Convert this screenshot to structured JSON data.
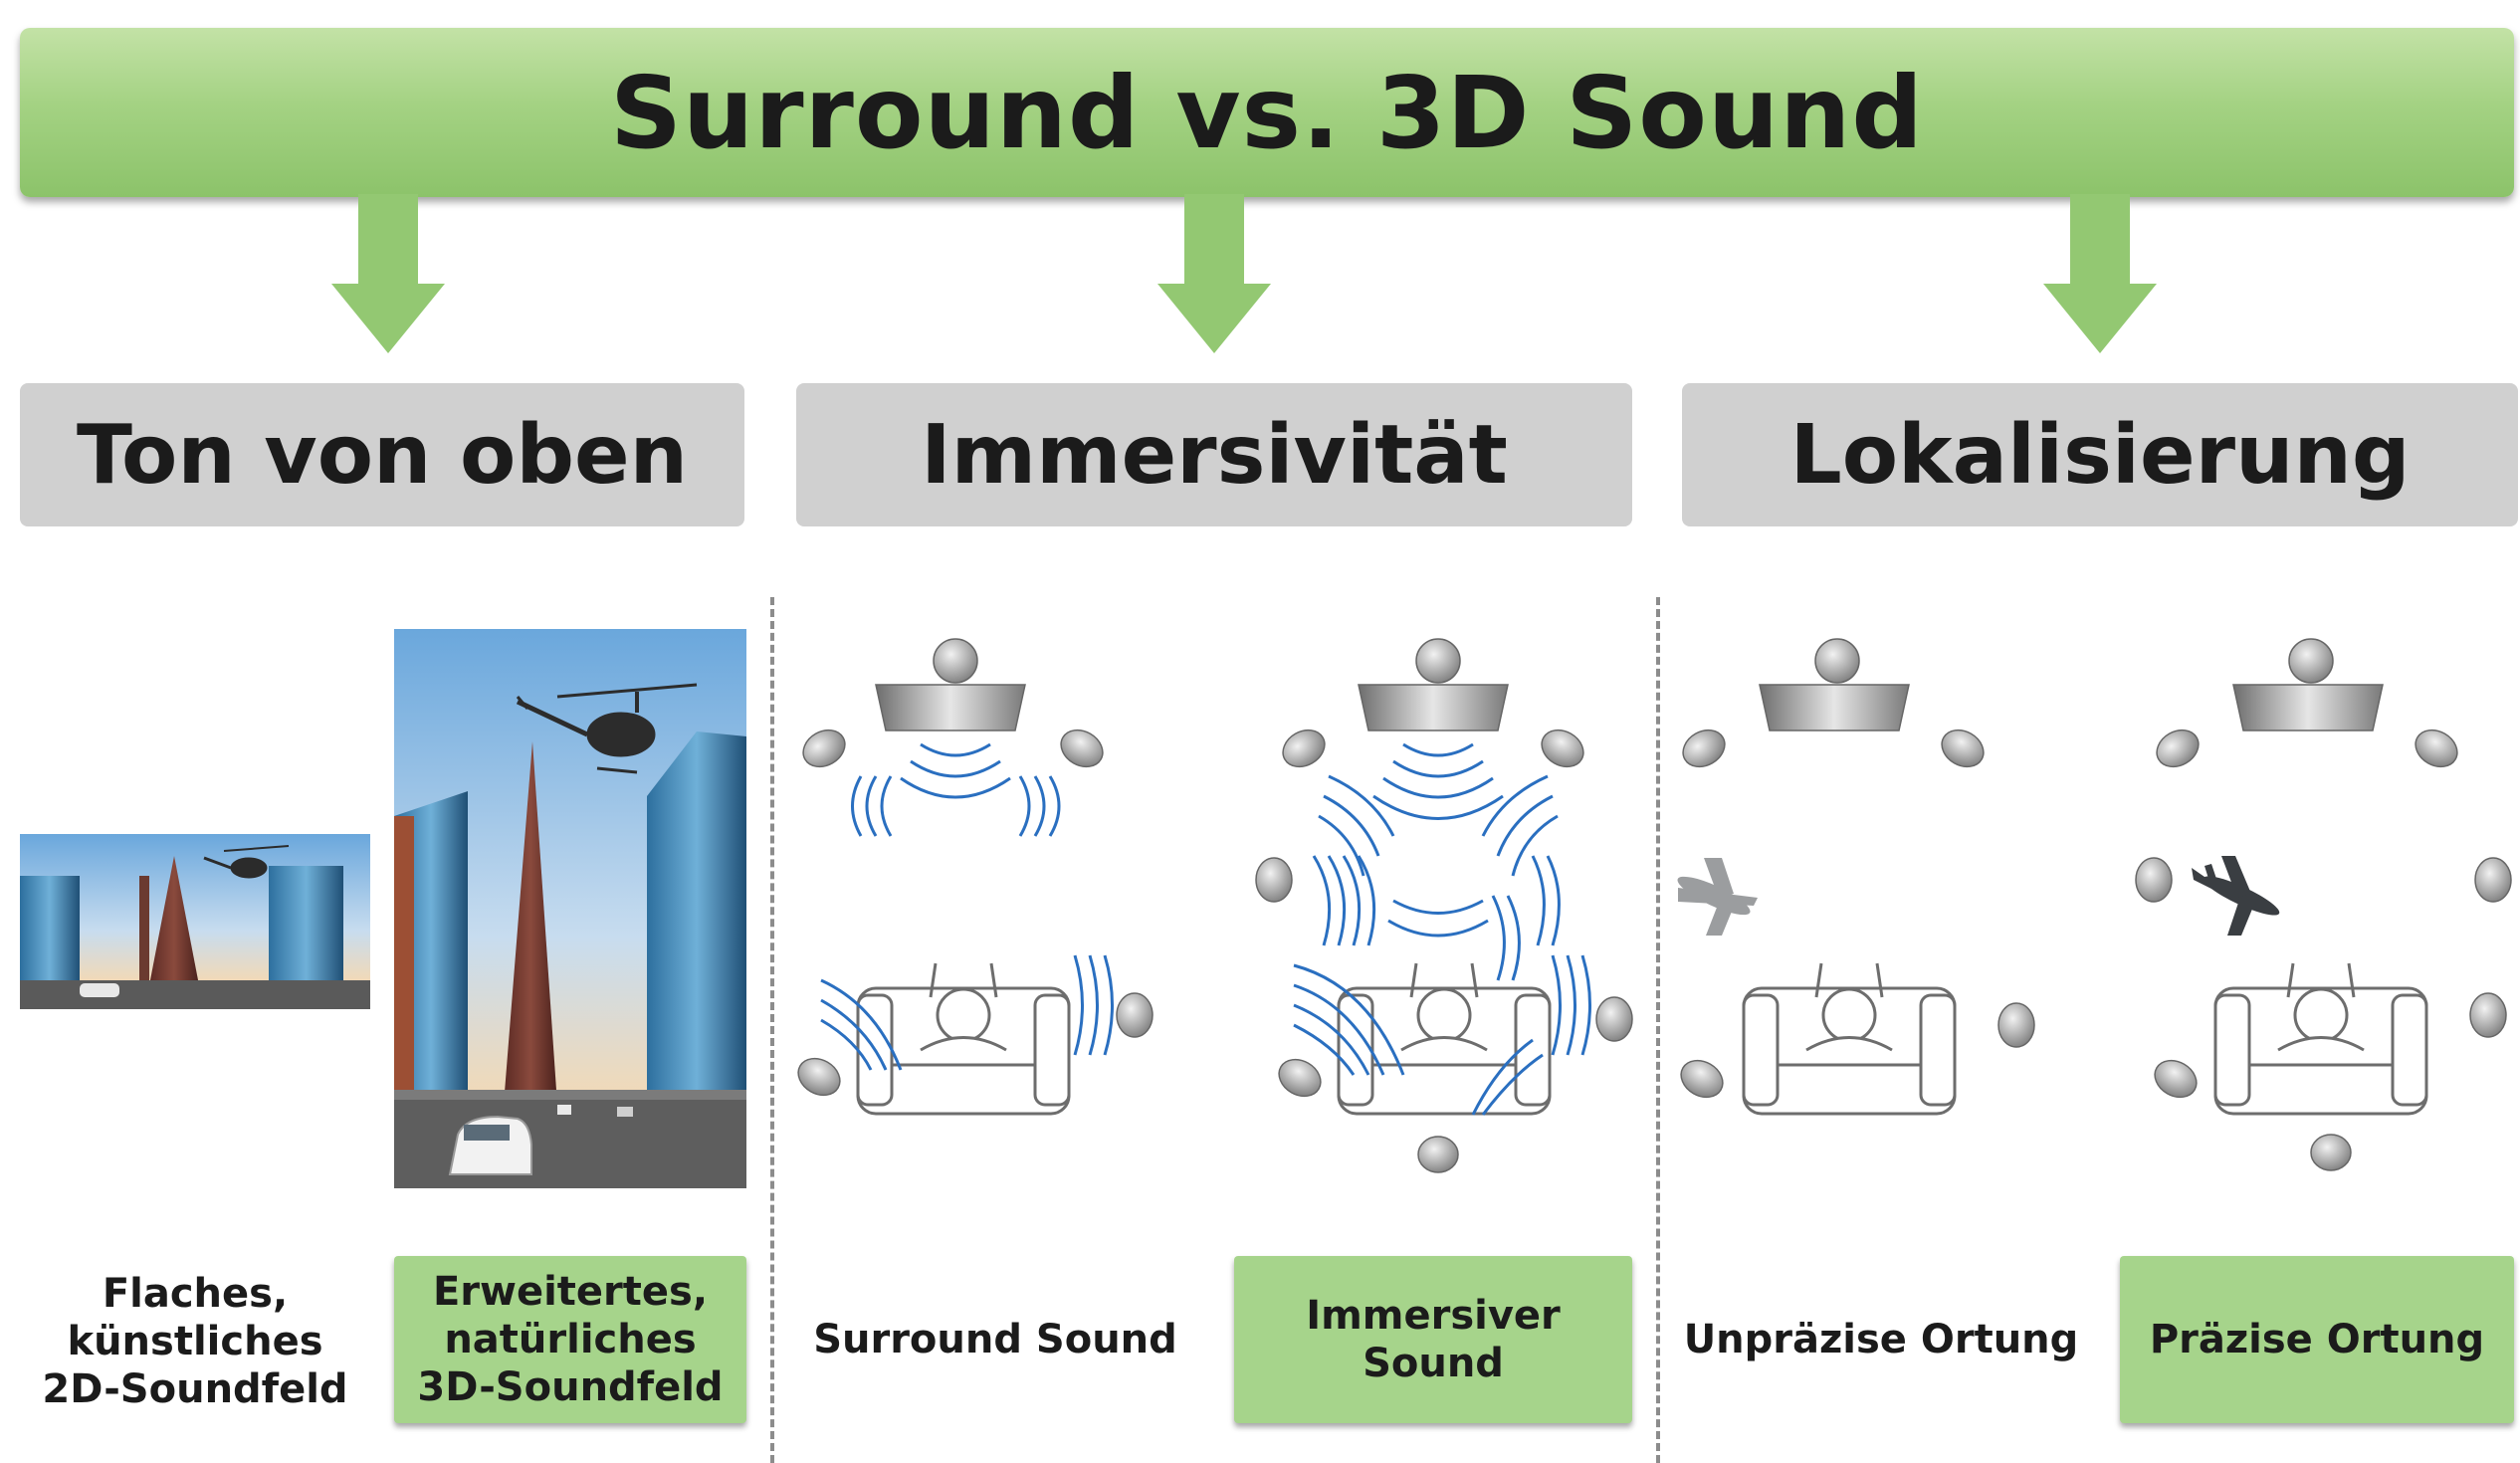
{
  "title": "Surround vs. 3D Sound",
  "categories": [
    {
      "label": "Ton von oben"
    },
    {
      "label": "Immersivität"
    },
    {
      "label": "Lokalisierung"
    }
  ],
  "captions": [
    {
      "text": "Flaches,\nkünstliches\n2D-Soundfeld",
      "highlight": false
    },
    {
      "text": "Erweitertes,\nnatürliches\n3D-Soundfeld",
      "highlight": true
    },
    {
      "text": "Surround Sound",
      "highlight": false
    },
    {
      "text": "Immersiver Sound",
      "highlight": true
    },
    {
      "text": "Unpräzise Ortung",
      "highlight": false
    },
    {
      "text": "Präzise Ortung",
      "highlight": true
    }
  ],
  "colors": {
    "arrow": "#93c872",
    "title_bar": "#a4d283",
    "category_box": "#d0d0d0",
    "highlight_box": "#a6d48b",
    "sound_wave": "#2a6fc0",
    "speaker": "#8a8a8a",
    "airplane": "#3a3e42"
  },
  "icons": [
    "down-arrow-icon",
    "helicopter-icon",
    "speaker-icon",
    "sofa-icon",
    "listener-icon",
    "airplane-icon",
    "sound-wave-icon"
  ]
}
